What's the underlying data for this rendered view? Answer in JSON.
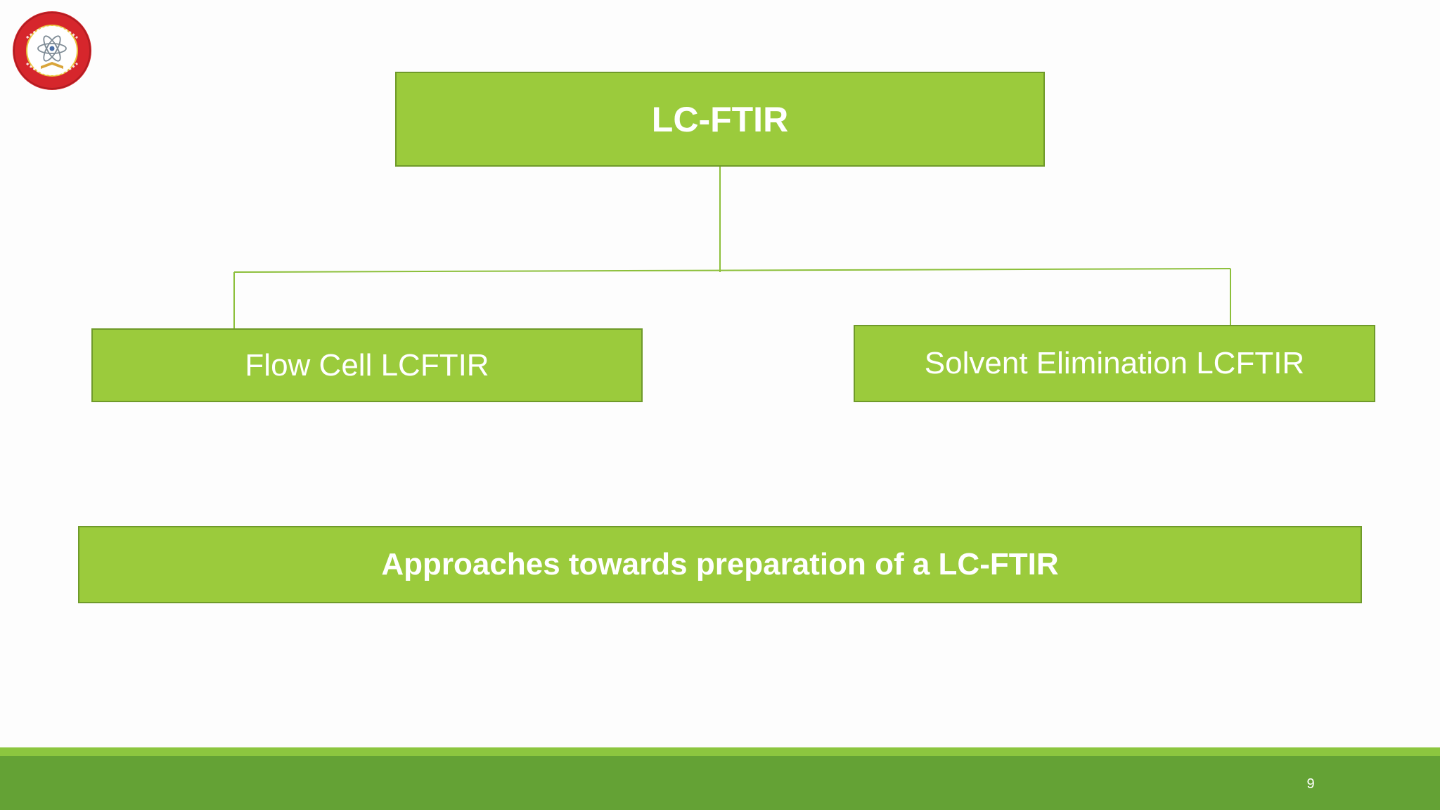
{
  "diagram": {
    "root": "LC-FTIR",
    "children": [
      "Flow Cell LCFTIR",
      "Solvent Elimination LCFTIR"
    ],
    "caption": "Approaches towards preparation of a LC-FTIR"
  },
  "footer": {
    "page_number": "9"
  },
  "colors": {
    "box_fill": "#9bcb3c",
    "box_border": "#6f9a2a",
    "connector": "#8cbf3a",
    "footer_band": "#64a235",
    "footer_stripe": "#8cc63f",
    "logo_ring": "#d6262c"
  },
  "logo": {
    "icon": "institution-seal-icon"
  }
}
